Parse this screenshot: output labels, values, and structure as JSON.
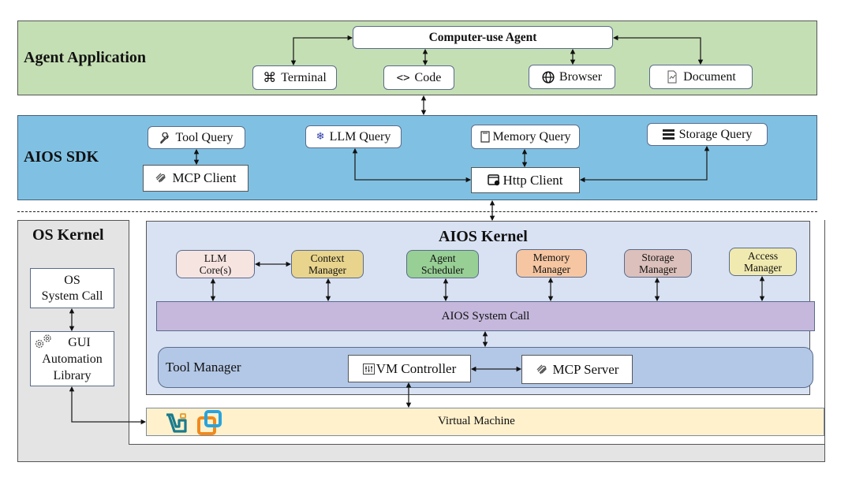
{
  "agent_application": {
    "title": "Agent Application",
    "agent": "Computer-use Agent",
    "tools": [
      {
        "label": "Terminal",
        "icon": "command-icon"
      },
      {
        "label": "Code",
        "icon": "code-brackets-icon"
      },
      {
        "label": "Browser",
        "icon": "globe-icon"
      },
      {
        "label": "Document",
        "icon": "document-icon"
      }
    ],
    "icon_glyphs": {
      "terminal": "⌘",
      "code": "<>"
    }
  },
  "aios_sdk": {
    "title": "AIOS SDK",
    "tool_query": "Tool Query",
    "mcp_client": "MCP Client",
    "llm_query": "LLM Query",
    "memory_query": "Memory Query",
    "storage_query": "Storage Query",
    "http_client": "Http Client"
  },
  "os_kernel": {
    "title": "OS Kernel",
    "system_call": [
      "OS",
      "System Call"
    ],
    "gui_library": [
      "GUI",
      "Automation",
      "Library"
    ]
  },
  "aios_kernel": {
    "title": "AIOS Kernel",
    "modules": [
      {
        "name": "llm-core",
        "lines": [
          "LLM",
          "Core(s)"
        ],
        "color": "#f6e4e1"
      },
      {
        "name": "context-manager",
        "lines": [
          "Context",
          "Manager"
        ],
        "color": "#e8d48c"
      },
      {
        "name": "agent-scheduler",
        "lines": [
          "Agent",
          "Scheduler"
        ],
        "color": "#97cf95"
      },
      {
        "name": "memory-manager",
        "lines": [
          "Memory",
          "Manager"
        ],
        "color": "#f6c6a2"
      },
      {
        "name": "storage-manager",
        "lines": [
          "Storage",
          "Manager"
        ],
        "color": "#dcc0bb"
      },
      {
        "name": "access-manager",
        "lines": [
          "Access",
          "Manager"
        ],
        "color": "#f1eab0"
      }
    ],
    "system_call": "AIOS System Call",
    "tool_manager": {
      "title": "Tool Manager",
      "vm_controller": "VM Controller",
      "mcp_server": "MCP Server"
    }
  },
  "virtual_machine": {
    "label": "Virtual Machine",
    "logos": [
      "vmware-logo",
      "virtualbox-logo"
    ]
  },
  "colors": {
    "agent_app_bg": "#c5dfb4",
    "sdk_bg": "#80c1e3",
    "os_kernel_bg": "#e4e4e4",
    "aios_kernel_bg": "#d9e2f3",
    "system_call_bg": "#c5b8dc",
    "tool_manager_bg": "#b3c7e6",
    "vm_bg": "#fff1cc"
  }
}
